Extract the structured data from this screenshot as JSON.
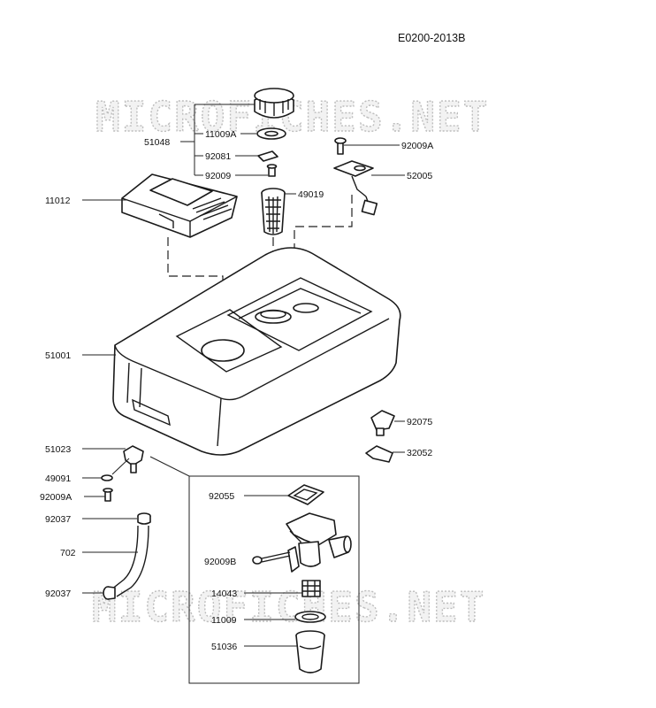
{
  "diagram_code": "E0200-2013B",
  "watermark": "MICROFICHES.NET",
  "labels": {
    "p51048": "51048",
    "p11009A": "11009A",
    "p92081": "92081",
    "p92009_cap": "92009",
    "p92009A_top": "92009A",
    "p52005": "52005",
    "p11012": "11012",
    "p49019": "49019",
    "p51001": "51001",
    "p92075": "92075",
    "p32052": "32052",
    "p51023": "51023",
    "p49091": "49091",
    "p92009A_low": "92009A",
    "p92037_top": "92037",
    "p702": "702",
    "p92037_low": "92037",
    "p92055": "92055",
    "p92009B": "92009B",
    "p14043": "14043",
    "p11009": "11009",
    "p51036": "51036"
  },
  "colors": {
    "line": "#1a1a1a",
    "background": "#ffffff",
    "watermark_fill": "#f2f2f2",
    "watermark_stroke": "#bdbdbd"
  }
}
